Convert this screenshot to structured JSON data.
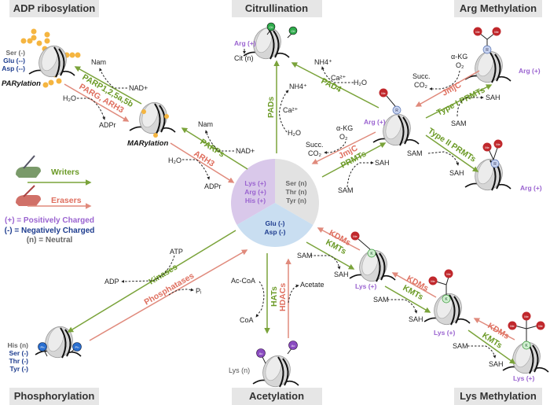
{
  "titles": {
    "adp_ribosylation": "ADP ribosylation",
    "citrullination": "Citrullination",
    "arg_methylation": "Arg Methylation",
    "phosphorylation": "Phosphorylation",
    "acetylation": "Acetylation",
    "lys_methylation": "Lys Methylation"
  },
  "center": {
    "positive": [
      "Lys (+)",
      "Arg (+)",
      "His (+)"
    ],
    "neutral": [
      "Ser (n)",
      "Thr (n)",
      "Tyr (n)"
    ],
    "negative": [
      "Glu (-)",
      "Asp (-)"
    ]
  },
  "legend": {
    "writers": "Writers",
    "erasers": "Erasers",
    "positive": "(+) = Positively Charged",
    "negative": "(-) = Negatively Charged",
    "neutral": "(n) = Neutral"
  },
  "adp": {
    "residues": [
      "Ser (-)",
      "Glu (--)",
      "Asp (--)"
    ],
    "parylation": "PARylation",
    "marylation": "MARylation",
    "writer1": "PARP1,2,5a,5b",
    "eraser1": "PARG, ARH3",
    "writer2": "PARPs",
    "eraser2": "ARH3",
    "nam": "Nam",
    "nad": "NAD+",
    "h2o": "H₂O",
    "adpr": "ADPr"
  },
  "cit": {
    "arg": "Arg (+)",
    "cit": "Cit (n)",
    "badge": "Cit",
    "pads": "PADs",
    "pad4": "PAD4",
    "nh4": "NH4⁺",
    "ca": "Ca²⁺",
    "h2o": "H₂O"
  },
  "argme": {
    "arg": "Arg (+)",
    "jmjc": "JmjC",
    "prmts": "PRMTs",
    "type1": "Type I PRMTs",
    "type2": "Type II PRMTs",
    "akg": "α-KG",
    "o2": "O₂",
    "succ": "Succ.",
    "co2": "CO₂",
    "sam": "SAM",
    "sah": "SAH",
    "me": "Me",
    "r": "R"
  },
  "phos": {
    "residues": [
      "His (n)",
      "Ser (-)",
      "Thr (-)",
      "Tyr (-)"
    ],
    "kinases": "Kinases",
    "phosphatases": "Phosphatases",
    "atp": "ATP",
    "adp": "ADP",
    "pi": "Pᵢ",
    "badge": "Ph"
  },
  "acet": {
    "lys": "Lys (n)",
    "hats": "HATs",
    "hdacs": "HDACs",
    "accoa": "Ac-CoA",
    "coa": "CoA",
    "acetate": "Acetate",
    "badge": "Ac"
  },
  "lysme": {
    "lys": "Lys (+)",
    "kdms": "KDMs",
    "kmts": "KMTs",
    "sam": "SAM",
    "sah": "SAH",
    "k": "K",
    "me": "Me"
  },
  "colors": {
    "writer": "#7aa33a",
    "eraser": "#e08a7c",
    "positive": "#9a63d0",
    "negative": "#1e3d8f",
    "neutral": "#666666"
  }
}
